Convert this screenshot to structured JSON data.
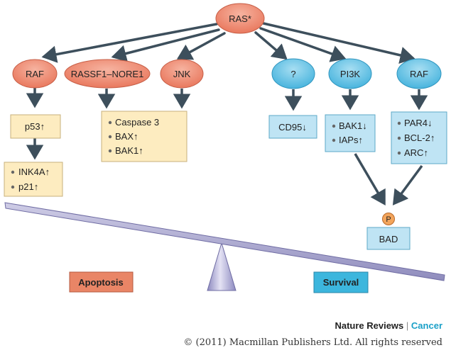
{
  "root": {
    "label": "RAS*"
  },
  "effectors": [
    {
      "id": "raf-left",
      "label": "RAF",
      "group": "apoptosis"
    },
    {
      "id": "rassf1",
      "label": "RASSF1–NORE1",
      "group": "apoptosis"
    },
    {
      "id": "jnk",
      "label": "JNK",
      "group": "apoptosis"
    },
    {
      "id": "unknown",
      "label": "?",
      "group": "survival"
    },
    {
      "id": "pi3k",
      "label": "PI3K",
      "group": "survival"
    },
    {
      "id": "raf-right",
      "label": "RAF",
      "group": "survival"
    }
  ],
  "boxes": {
    "p53": {
      "lines": [
        {
          "text": "p53↑",
          "bullet": false
        }
      ]
    },
    "ink4a": {
      "lines": [
        {
          "text": "INK4A↑",
          "bullet": true
        },
        {
          "text": "p21↑",
          "bullet": true
        }
      ]
    },
    "caspase": {
      "lines": [
        {
          "text": "Caspase 3",
          "bullet": true
        },
        {
          "text": "BAX↑",
          "bullet": true
        },
        {
          "text": "BAK1↑",
          "bullet": true
        }
      ]
    },
    "cd95": {
      "lines": [
        {
          "text": "CD95↓",
          "bullet": false
        }
      ]
    },
    "bak1": {
      "lines": [
        {
          "text": "BAK1↓",
          "bullet": true
        },
        {
          "text": "IAPs↑",
          "bullet": true
        }
      ]
    },
    "par4": {
      "lines": [
        {
          "text": "PAR4↓",
          "bullet": true
        },
        {
          "text": "BCL-2↑",
          "bullet": true
        },
        {
          "text": "ARC↑",
          "bullet": true
        }
      ]
    },
    "bad": {
      "lines": [
        {
          "text": "BAD",
          "bullet": false
        }
      ]
    }
  },
  "phospho": {
    "label": "P"
  },
  "balance": {
    "left_label": "Apoptosis",
    "right_label": "Survival"
  },
  "footer": {
    "journal": "Nature Reviews",
    "separator": "|",
    "section": "Cancer",
    "copyright": "© (2011) Macmillan Publishers Ltd. All rights reserved"
  },
  "colors": {
    "apoptosis_fill": "#ec8870",
    "apoptosis_box": "#fdecc0",
    "survival_fill": "#62c2e6",
    "survival_box": "#bfe4f4",
    "arrow": "#3d4f5c",
    "beam": "#a8a5cc",
    "fulcrum": "#a6a3cf",
    "apoptosis_label": "#e98566",
    "survival_label": "#3cb6dd",
    "phospho": "#f3a55c"
  }
}
